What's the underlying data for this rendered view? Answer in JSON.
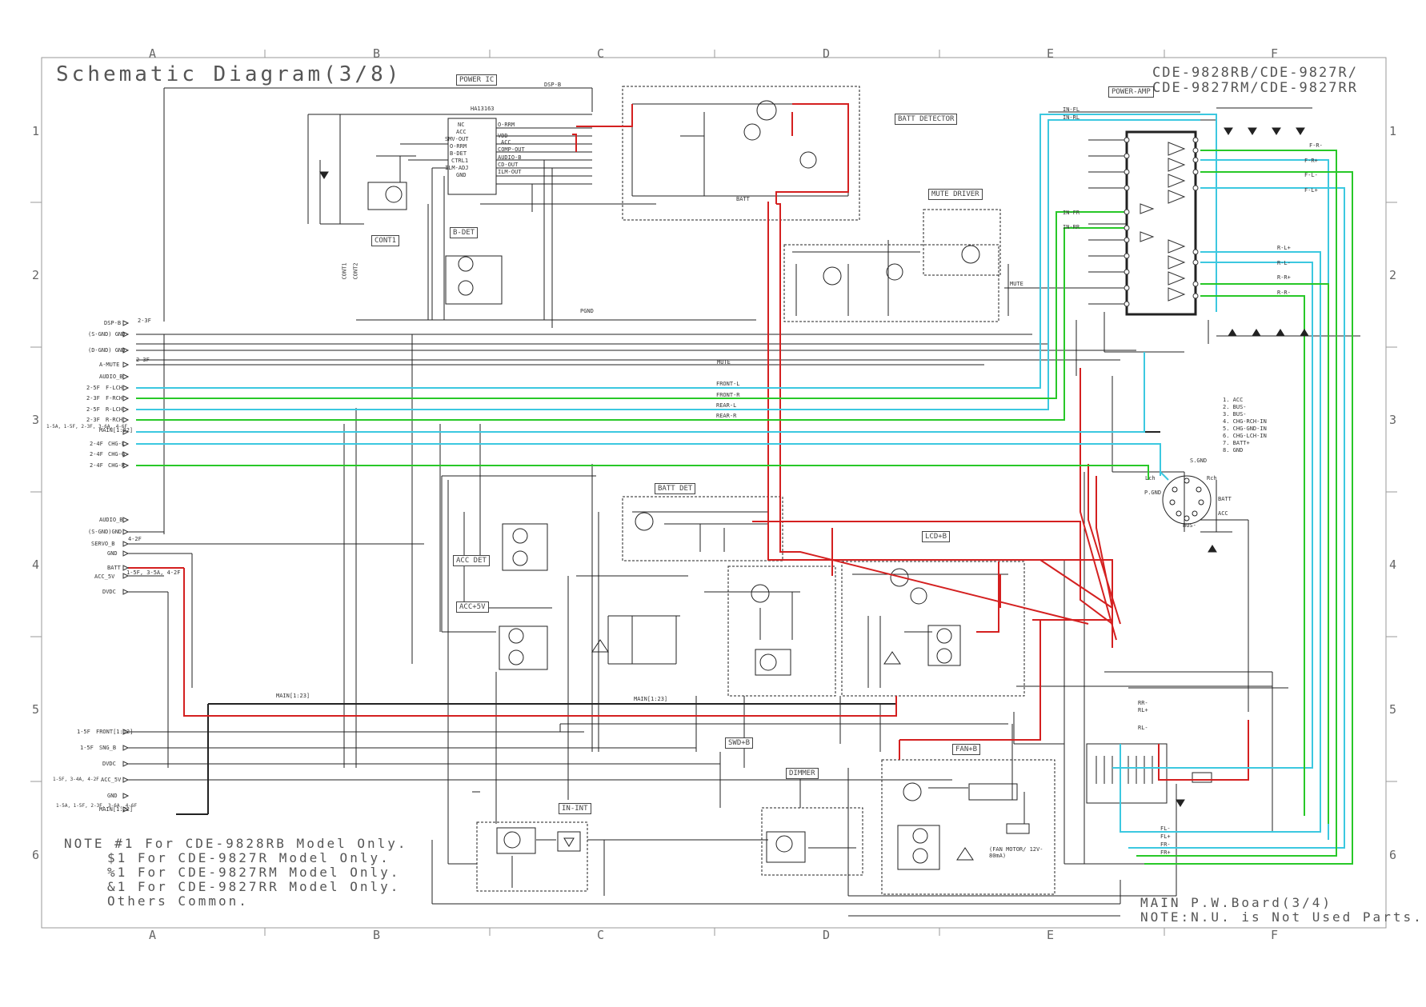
{
  "title": "Schematic Diagram(3/8)",
  "models": [
    "CDE-9828RB/CDE-9827R/",
    "CDE-9827RM/CDE-9827RR"
  ],
  "grid": {
    "columns": [
      "A",
      "B",
      "C",
      "D",
      "E",
      "F"
    ],
    "rows": [
      "1",
      "2",
      "3",
      "4",
      "5",
      "6"
    ]
  },
  "blocks": {
    "power_ic": "POWER IC",
    "power_ic_part": "HA13163",
    "batt_detector": "BATT DETECTOR",
    "mute_driver": "MUTE DRIVER",
    "power_amp": "POWER-AMP",
    "cont1": "CONT1",
    "b_det": "B-DET",
    "batt_det": "BATT DET",
    "acc_det": "ACC DET",
    "acc_5v": "ACC+5V",
    "lcd_b": "LCD+B",
    "swd_b": "SWD+B",
    "fan_b": "FAN+B",
    "dimmer": "DIMMER",
    "in_int": "IN-INT"
  },
  "connectors_left": [
    {
      "name": "DSP-B",
      "ref": "2-3F"
    },
    {
      "name": "(S-GND) GND",
      "ref": ""
    },
    {
      "name": "(D-GND) GND",
      "ref": ""
    },
    {
      "name": "A-MUTE",
      "ref": "2-3F"
    },
    {
      "name": "AUDIO_B",
      "ref": ""
    },
    {
      "name": "F-LCH",
      "ref": "2-5F"
    },
    {
      "name": "F-RCH",
      "ref": "2-3F"
    },
    {
      "name": "R-LCH",
      "ref": "2-5F"
    },
    {
      "name": "R-RCH",
      "ref": "2-3F"
    },
    {
      "name": "MAIN[1:22]",
      "ref": "1-5A, 1-5F, 2-3F, 3-6A, 4-6F"
    },
    {
      "name": "CHG-L",
      "ref": "2-4F"
    },
    {
      "name": "CHG-G",
      "ref": "2-4F"
    },
    {
      "name": "CHG-R",
      "ref": "2-4F"
    },
    {
      "name": "AUDIO_B",
      "ref": ""
    },
    {
      "name": "(S-GND)GND",
      "ref": ""
    },
    {
      "name": "SERVO_B",
      "ref": "4-2F"
    },
    {
      "name": "GND",
      "ref": ""
    },
    {
      "name": "BATT",
      "ref": "1-5F, 3-5A, 4-2F"
    },
    {
      "name": "ACC_5V",
      "ref": ""
    },
    {
      "name": "DVDC",
      "ref": ""
    },
    {
      "name": "FRONT[1:12]",
      "ref": "1-5F"
    },
    {
      "name": "SNG_B",
      "ref": "1-5F"
    },
    {
      "name": "DVDC",
      "ref": ""
    },
    {
      "name": "ACC_5V",
      "ref": "1-5F, 3-4A, 4-2F"
    },
    {
      "name": "GND",
      "ref": ""
    },
    {
      "name": "MAIN[1:22]",
      "ref": "1-5A, 1-5F, 2-3F, 3-6A, 4-6F"
    }
  ],
  "nets": {
    "front_l": "FRONT-L",
    "front_r": "FRONT-R",
    "rear_l": "REAR-L",
    "rear_r": "REAR-R",
    "mute": "MUTE",
    "pgnd": "PGND",
    "batt": "BATT",
    "main": "MAIN[1:23]",
    "cont1": "CONT1",
    "cont2": "CONT2",
    "dsp_b": "DSP-B",
    "in_fl": "IN-FL",
    "in_rl": "IN-RL",
    "in_fr": "IN-FR",
    "in_rr": "IN-RR",
    "s_gnd": "S.GND",
    "p_gnd": "P.GND",
    "bus_minus": "BUS-",
    "acc": "ACC",
    "lch": "Lch",
    "rch": "Rch"
  },
  "ic_pins": [
    "NC",
    "ACC",
    "SMV-OUT",
    "O-RRM",
    "B-DET",
    "CTRL1",
    "ILM-ADJ",
    "GND",
    "O-RRM",
    "VDD",
    "ACC",
    "COMP-OUT",
    "AUDIO-B",
    "CD-OUT",
    "ILM-OUT"
  ],
  "amp_outputs_right": [
    "F-R-",
    "F-R+",
    "F-L-",
    "F-L+",
    "R-L+",
    "R-L-",
    "R-R+",
    "R-R-"
  ],
  "connector_pin_legend": [
    "1. ACC",
    "2. BUS-",
    "3. BUS-",
    "4. CHG-RCH-IN",
    "5. CHG-GND-IN",
    "6. CHG-LCH-IN",
    "7. BATT+",
    "8. GND"
  ],
  "bottom_bus": [
    "RR-",
    "RL+",
    "RL-",
    "FL-",
    "FL+",
    "FR-",
    "FR+"
  ],
  "fan_motor": "(FAN MOTOR/ 12V-80mA)",
  "note_lines": [
    "NOTE #1 For CDE-9828RB Model Only.",
    "$1 For CDE-9827R Model Only.",
    "%1 For CDE-9827RM Model Only.",
    "&1 For CDE-9827RR Model Only.",
    "Others Common."
  ],
  "footer_lines": [
    "MAIN P.W.Board(3/4)",
    "NOTE:N.U. is Not Used Parts."
  ],
  "colors": {
    "red": "#d42020",
    "cyan": "#3cc8e0",
    "green": "#28c828",
    "black": "#111111",
    "grey": "#707070"
  }
}
